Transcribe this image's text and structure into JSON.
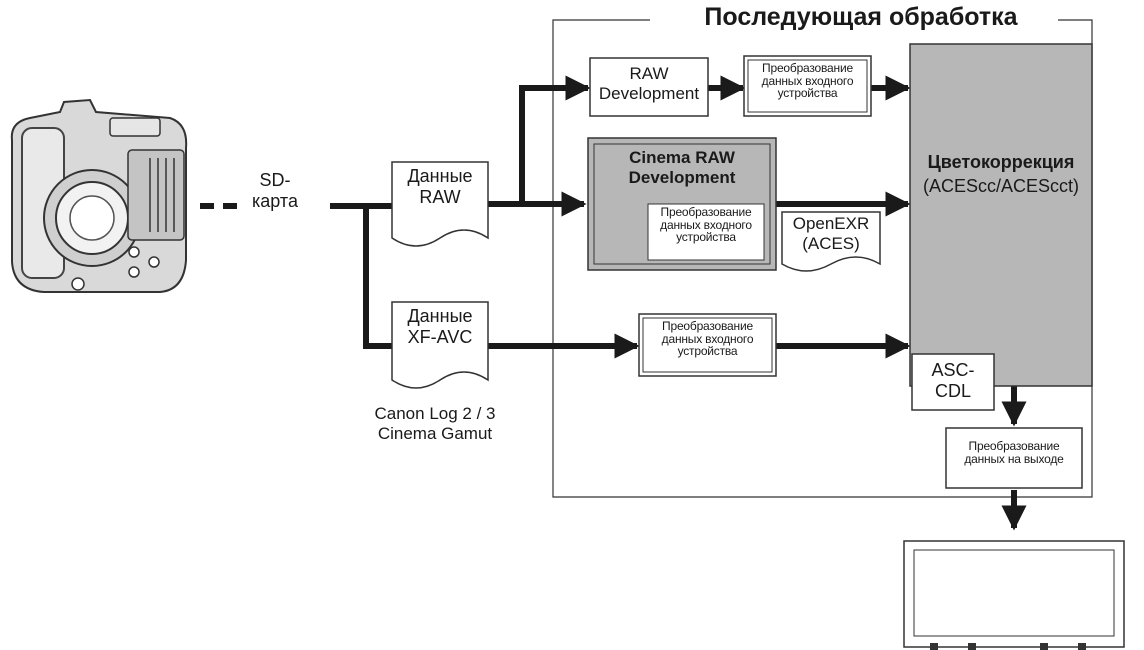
{
  "diagram": {
    "section_title": "Последующая обработка",
    "sd_card": "SD-\nкарта",
    "raw_data": "Данные\nRAW",
    "xfavc_data": "Данные\nXF-AVC",
    "canon_log": "Canon Log 2 / 3\nCinema Gamut",
    "raw_development": "RAW\nDevelopment",
    "input_transform": "Преобразование\nданных входного\nустройства",
    "cinema_raw_development": "Cinema RAW\nDevelopment",
    "openexr": "OpenEXR\n(ACES)",
    "grading_title": "Цветокоррекция",
    "grading_subtitle": "(ACEScc/ACEScct)",
    "asc_cdl": "ASC-\nCDL",
    "output_transform": "Преобразование\nданных на выходе"
  },
  "icons": {
    "camera": "cinema-camera-icon",
    "monitor": "monitor-icon"
  },
  "colors": {
    "line": "#1a1a1a",
    "highlight_fill": "#b7b7b7"
  }
}
